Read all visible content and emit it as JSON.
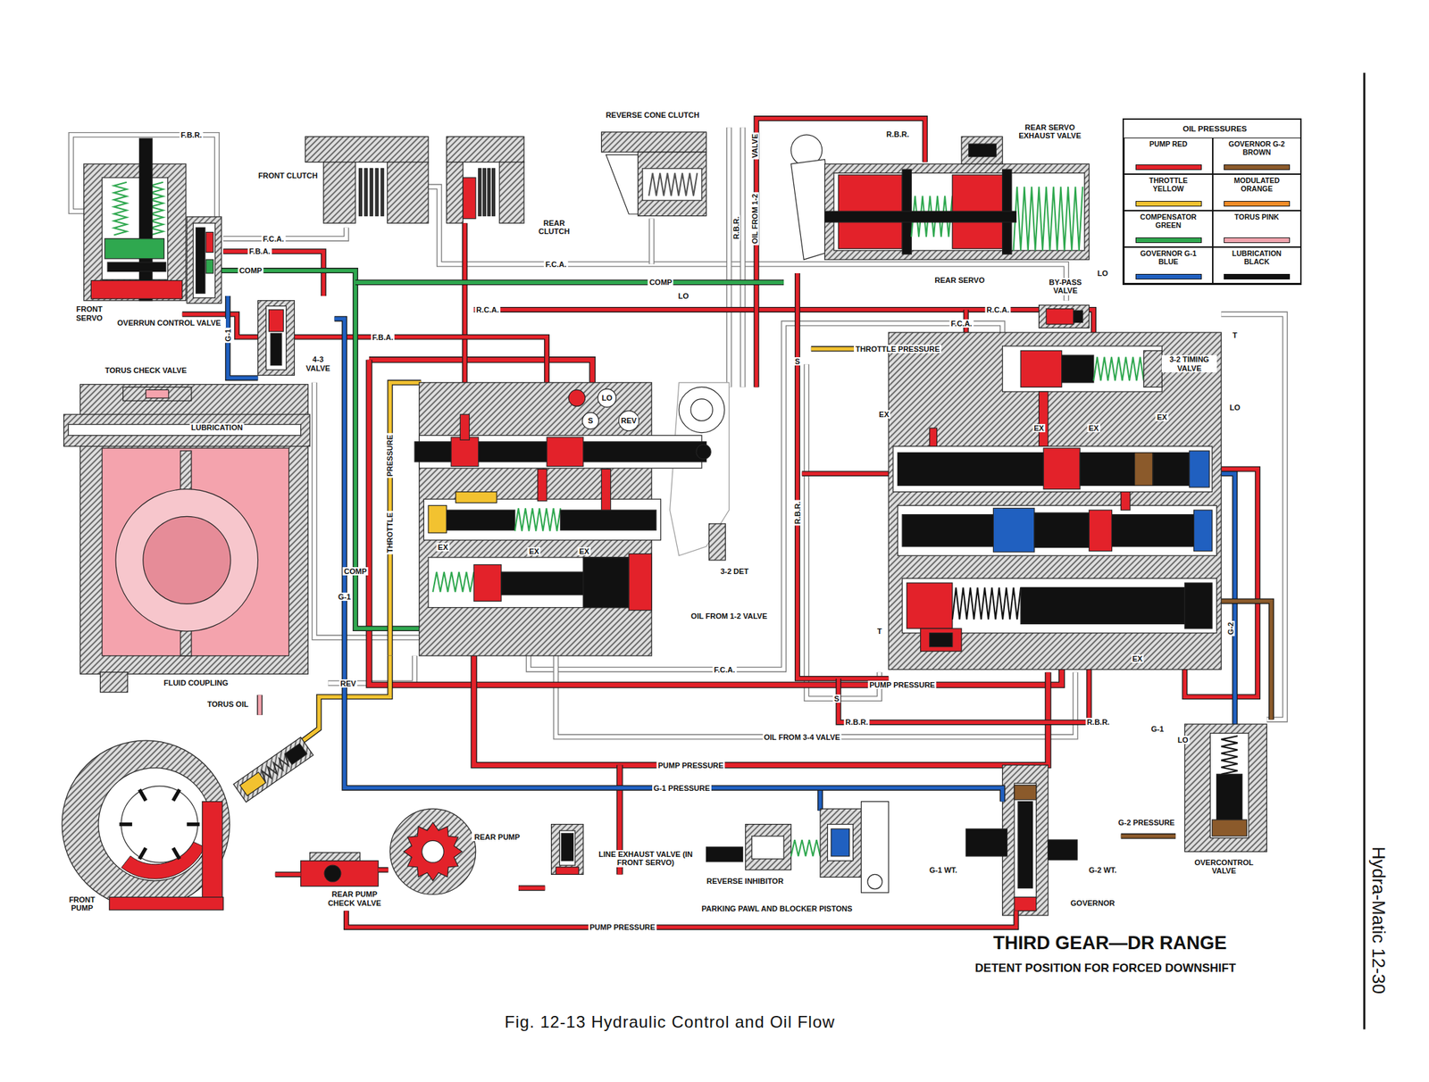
{
  "diagram": {
    "title": "THIRD GEAR—DR RANGE",
    "caption": "Fig. 12-13 Hydraulic Control and Oil Flow",
    "nodes": [
      {
        "text": [
          "FRONT SERVO"
        ]
      },
      {
        "text": [
          "OVERRUN CONTROL VALVE"
        ]
      },
      {
        "text": [
          "FRONT CLUTCH"
        ]
      },
      {
        "text": [
          "REAR CLUTCH"
        ]
      },
      {
        "text": [
          "REVERSE CONE CLUTCH"
        ]
      },
      {
        "text": [
          "REAR SERVO"
        ]
      },
      {
        "text": [
          "REAR SERVO EXHAUST VALVE"
        ],
        "in": 5
      },
      {
        "text": [
          "BY-PASS VALVE"
        ]
      },
      {
        "text": [
          "3-2 TIMING VALVE"
        ]
      },
      {
        "text": [
          "FLUID COUPLING"
        ]
      },
      {
        "text": [
          "TORUS CHECK VALVE"
        ],
        "in": 9
      },
      {
        "text": [
          "4-3 VALVE"
        ]
      },
      {
        "text": [
          "FRONT PUMP"
        ]
      },
      {
        "text": [
          "REAR PUMP"
        ]
      },
      {
        "text": [
          "REAR PUMP CHECK VALVE"
        ]
      },
      {
        "text": [
          "LINE EXHAUST VALVE (IN FRONT SERVO)"
        ]
      },
      {
        "text": [
          "REVERSE INHIBITOR",
          "PARKING PAWL AND BLOCKER PISTONS"
        ]
      },
      {
        "text": [
          "GOVERNOR"
        ]
      },
      {
        "text": [
          "OVERCONTROL VALVE"
        ]
      }
    ],
    "edges": [
      {
        "from": 12,
        "to": 14,
        "arrow": "none"
      },
      {
        "from": 13,
        "to": 14,
        "arrow": "none"
      },
      {
        "from": 14,
        "to": 17,
        "label": "PUMP PRESSURE",
        "arrow": "none"
      },
      {
        "from": 13,
        "to": 15,
        "arrow": "none"
      },
      {
        "from": 17,
        "to": 18,
        "label": "G-2 PRESSURE",
        "arrow": "none"
      },
      {
        "from": 17,
        "to": 11,
        "label": "G-1 PRESSURE",
        "arrow": "none"
      },
      {
        "from": 12,
        "to": 9,
        "label": "TORUS OIL",
        "arrow": "none"
      },
      {
        "from": 1,
        "to": 2,
        "label": "F.C.A.",
        "arrow": "none"
      }
    ],
    "labels": [
      "F.B.R.",
      "F.B.A.",
      "COMP",
      "F.B.A.",
      "G-1",
      "LUBRICATION",
      "COMP",
      "G-1",
      "REV",
      "F.C.A.",
      "COMP",
      "LO",
      "R.C.A.",
      "LO",
      "S",
      "REV",
      "S",
      "THROTTLE PRESSURE",
      "F.C.A.",
      "R.C.A.",
      "PRESSURE",
      "THROTTLE",
      "3-2 DET",
      "OIL FROM 1-2 VALVE",
      "F.C.A.",
      "PUMP PRESSURE",
      "S",
      "R.B.R.",
      "OIL FROM 3-4 VALVE",
      "R.B.R.",
      "PUMP PRESSURE",
      "T",
      "T",
      "LO",
      "LO",
      "G-2",
      "G-1",
      "LO",
      "EX",
      "EX",
      "EX",
      "EX",
      "EX",
      "EX",
      "EX",
      "EX",
      "R.B.R.",
      "VALVE",
      "OIL FROM 1-2",
      "R.B.R.",
      "R.B.R.",
      "G-1 WT.",
      "G-2 WT.",
      "OIL PRESSURES",
      "DETENT POSITION FOR FORCED DOWNSHIFT",
      "Hydra-Matic 12-30"
    ],
    "legend": [
      {
        "text": "PUMP RED",
        "color": "#e3222a"
      },
      {
        "text": "GOVERNOR G-2 BROWN",
        "color": "#8b5a2b"
      },
      {
        "text": "THROTTLE YELLOW",
        "color": "#f2c230"
      },
      {
        "text": "MODULATED ORANGE",
        "color": "#f28c28"
      },
      {
        "text": "COMPENSATOR GREEN",
        "color": "#2fa84f"
      },
      {
        "text": "TORUS PINK",
        "color": "#f4a3ad"
      },
      {
        "text": "GOVERNOR G-1 BLUE",
        "color": "#2060c0"
      },
      {
        "text": "LUBRICATION BLACK",
        "color": "#111111"
      }
    ]
  }
}
